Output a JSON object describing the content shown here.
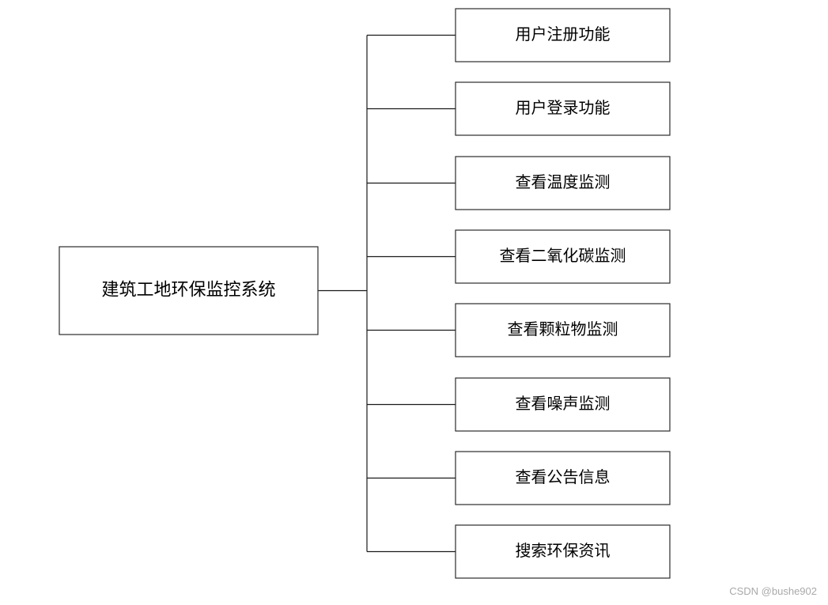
{
  "diagram": {
    "root": {
      "label": "建筑工地环保监控系统"
    },
    "children": [
      {
        "label": "用户注册功能"
      },
      {
        "label": "用户登录功能"
      },
      {
        "label": "查看温度监测"
      },
      {
        "label": "查看二氧化碳监测"
      },
      {
        "label": "查看颗粒物监测"
      },
      {
        "label": "查看噪声监测"
      },
      {
        "label": "查看公告信息"
      },
      {
        "label": "搜索环保资讯"
      }
    ]
  },
  "watermark": "CSDN @bushe902",
  "colors": {
    "stroke": "#2b2b2b",
    "text": "#000000",
    "watermark": "#a9a9a9"
  }
}
